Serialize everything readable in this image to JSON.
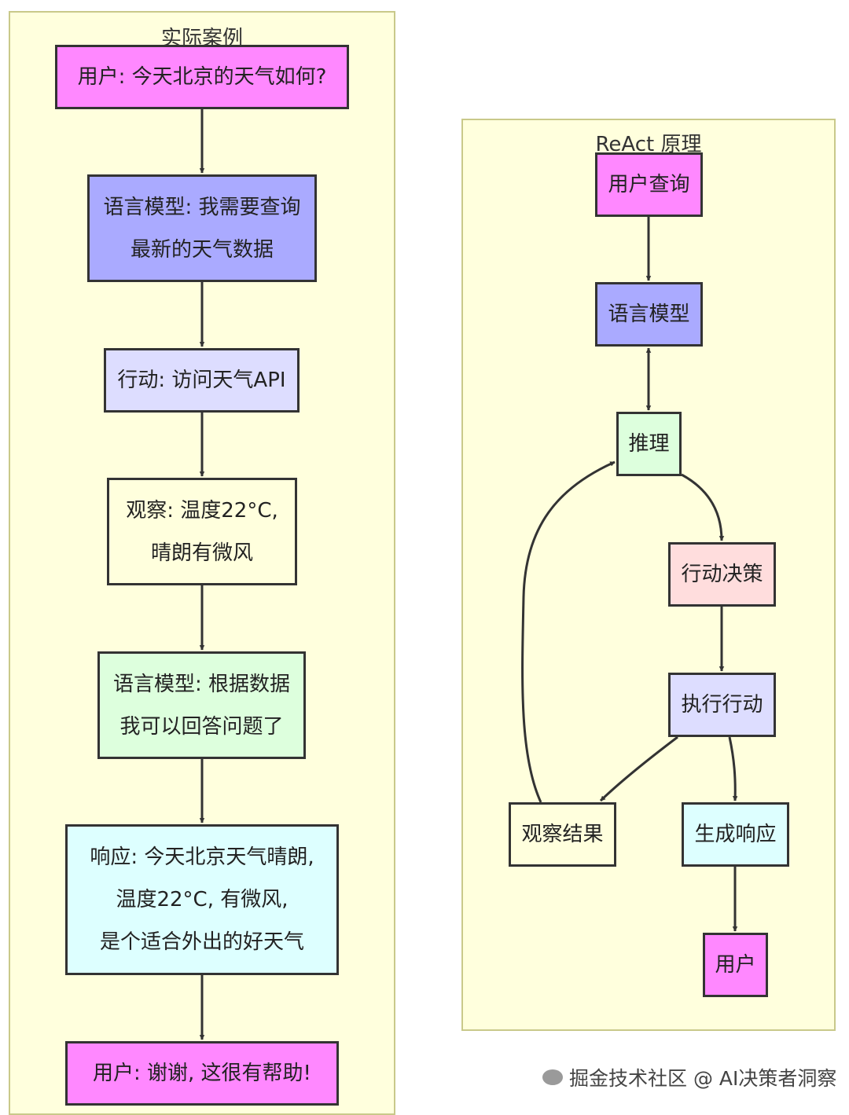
{
  "left_cluster": {
    "title": "实际案例",
    "nodes": {
      "n1": {
        "lines": [
          "用户: 今天北京的天气如何?"
        ],
        "fill": "#ff88ff"
      },
      "n2": {
        "lines": [
          "语言模型: 我需要查询",
          "最新的天气数据"
        ],
        "fill": "#aaaaff"
      },
      "n3": {
        "lines": [
          "行动: 访问天气API"
        ],
        "fill": "#ddddff"
      },
      "n4": {
        "lines": [
          "观察: 温度22°C,",
          "晴朗有微风"
        ],
        "fill": "#ffffdd"
      },
      "n5": {
        "lines": [
          "语言模型: 根据数据",
          "我可以回答问题了"
        ],
        "fill": "#ddffdd"
      },
      "n6": {
        "lines": [
          "响应: 今天北京天气晴朗,",
          "温度22°C, 有微风,",
          "是个适合外出的好天气"
        ],
        "fill": "#ddffff"
      },
      "n7": {
        "lines": [
          "用户: 谢谢, 这很有帮助!"
        ],
        "fill": "#ff88ff"
      }
    }
  },
  "right_cluster": {
    "title": "ReAct 原理",
    "nodes": {
      "user_query": {
        "label": "用户查询",
        "fill": "#ff88ff"
      },
      "llm": {
        "label": "语言模型",
        "fill": "#aaaaff"
      },
      "reasoning": {
        "label": "推理",
        "fill": "#ddffdd"
      },
      "action_decision": {
        "label": "行动决策",
        "fill": "#ffdddd"
      },
      "execute_action": {
        "label": "执行行动",
        "fill": "#ddddff"
      },
      "observation": {
        "label": "观察结果",
        "fill": "#ffffdd"
      },
      "generate_response": {
        "label": "生成响应",
        "fill": "#ddffff"
      },
      "user": {
        "label": "用户",
        "fill": "#ff88ff"
      }
    }
  },
  "edges": [
    {
      "from": "n1",
      "to": "n2"
    },
    {
      "from": "n2",
      "to": "n3"
    },
    {
      "from": "n3",
      "to": "n4"
    },
    {
      "from": "n4",
      "to": "n5"
    },
    {
      "from": "n5",
      "to": "n6"
    },
    {
      "from": "n6",
      "to": "n7"
    },
    {
      "from": "user_query",
      "to": "llm"
    },
    {
      "from": "llm",
      "to": "reasoning",
      "bidirectional": true
    },
    {
      "from": "reasoning",
      "to": "action_decision"
    },
    {
      "from": "action_decision",
      "to": "execute_action"
    },
    {
      "from": "execute_action",
      "to": "observation"
    },
    {
      "from": "execute_action",
      "to": "generate_response"
    },
    {
      "from": "observation",
      "to": "reasoning"
    },
    {
      "from": "generate_response",
      "to": "user"
    }
  ],
  "colors": {
    "stroke": "#333333",
    "cluster_fill": "#ffffdd",
    "cluster_border": "#c9c98a"
  },
  "watermark": {
    "text": "掘金技术社区 @ AI决策者洞察",
    "icon": "chat-bubble-icon"
  }
}
